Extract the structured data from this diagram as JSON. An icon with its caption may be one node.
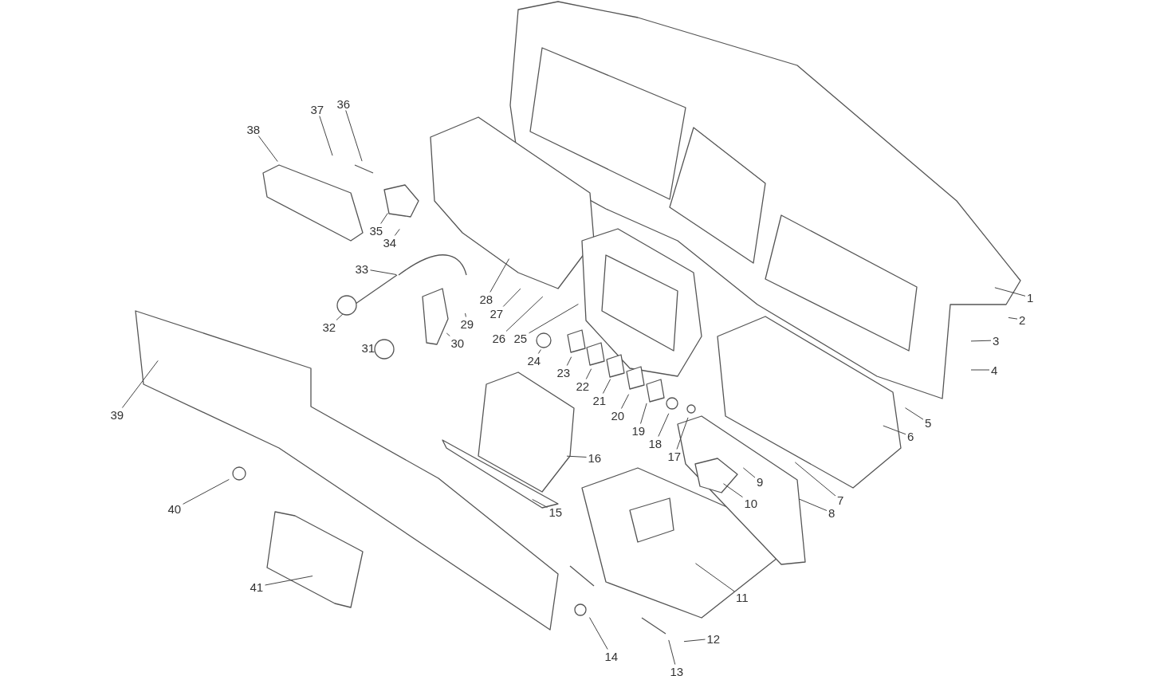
{
  "diagram": {
    "nodes": [
      {
        "text": [
          "1"
        ]
      },
      {
        "text": [
          "2"
        ]
      },
      {
        "text": [
          "3"
        ]
      },
      {
        "text": [
          "4"
        ]
      },
      {
        "text": [
          "5"
        ]
      },
      {
        "text": [
          "6"
        ]
      },
      {
        "text": [
          "7"
        ]
      },
      {
        "text": [
          "8"
        ]
      },
      {
        "text": [
          "9"
        ]
      },
      {
        "text": [
          "10"
        ]
      },
      {
        "text": [
          "11"
        ]
      },
      {
        "text": [
          "12"
        ]
      },
      {
        "text": [
          "13"
        ]
      },
      {
        "text": [
          "14"
        ]
      },
      {
        "text": [
          "15"
        ]
      },
      {
        "text": [
          "16"
        ]
      },
      {
        "text": [
          "17"
        ]
      },
      {
        "text": [
          "18"
        ]
      },
      {
        "text": [
          "19"
        ]
      },
      {
        "text": [
          "20"
        ]
      },
      {
        "text": [
          "21"
        ]
      },
      {
        "text": [
          "22"
        ]
      },
      {
        "text": [
          "23"
        ]
      },
      {
        "text": [
          "24"
        ]
      },
      {
        "text": [
          "25"
        ]
      },
      {
        "text": [
          "26"
        ]
      },
      {
        "text": [
          "27"
        ]
      },
      {
        "text": [
          "28"
        ]
      },
      {
        "text": [
          "29"
        ]
      },
      {
        "text": [
          "30"
        ]
      },
      {
        "text": [
          "32"
        ]
      },
      {
        "text": [
          "33"
        ]
      },
      {
        "text": [
          "34"
        ]
      },
      {
        "text": [
          "35"
        ]
      },
      {
        "text": [
          "36"
        ]
      },
      {
        "text": [
          "37"
        ]
      },
      {
        "text": [
          "38"
        ]
      },
      {
        "text": [
          "39"
        ]
      },
      {
        "text": [
          "40"
        ]
      },
      {
        "text": [
          "41"
        ]
      }
    ],
    "edges": [
      {
        "from": 0,
        "to": null,
        "arrow": "none"
      },
      {
        "from": 1,
        "to": null,
        "arrow": "none"
      },
      {
        "from": 2,
        "to": null,
        "arrow": "none"
      },
      {
        "from": 3,
        "to": null,
        "arrow": "none"
      },
      {
        "from": 4,
        "to": null,
        "arrow": "none"
      },
      {
        "from": 5,
        "to": null,
        "arrow": "none"
      },
      {
        "from": 6,
        "to": null,
        "arrow": "none"
      },
      {
        "from": 7,
        "to": null,
        "arrow": "none"
      },
      {
        "from": 8,
        "to": null,
        "arrow": "none"
      },
      {
        "from": 9,
        "to": null,
        "arrow": "none"
      },
      {
        "from": 10,
        "to": null,
        "arrow": "none"
      },
      {
        "from": 11,
        "to": null,
        "arrow": "none"
      },
      {
        "from": 12,
        "to": null,
        "arrow": "none"
      },
      {
        "from": 13,
        "to": null,
        "arrow": "none"
      },
      {
        "from": 14,
        "to": null,
        "arrow": "none"
      },
      {
        "from": 15,
        "to": null,
        "arrow": "none"
      },
      {
        "from": 16,
        "to": null,
        "arrow": "none"
      },
      {
        "from": 17,
        "to": null,
        "arrow": "none"
      },
      {
        "from": 18,
        "to": null,
        "arrow": "none"
      },
      {
        "from": 19,
        "to": null,
        "arrow": "none"
      },
      {
        "from": 20,
        "to": null,
        "arrow": "none"
      },
      {
        "from": 21,
        "to": null,
        "arrow": "none"
      },
      {
        "from": 22,
        "to": null,
        "arrow": "none"
      },
      {
        "from": 23,
        "to": null,
        "arrow": "none"
      },
      {
        "from": 24,
        "to": null,
        "arrow": "none"
      },
      {
        "from": 25,
        "to": null,
        "arrow": "none"
      },
      {
        "from": 26,
        "to": null,
        "arrow": "none"
      },
      {
        "from": 27,
        "to": null,
        "arrow": "none"
      },
      {
        "from": 28,
        "to": null,
        "arrow": "none"
      },
      {
        "from": 29,
        "to": null,
        "arrow": "none"
      },
      {
        "from": 30,
        "to": null,
        "arrow": "none"
      },
      {
        "from": 31,
        "to": null,
        "arrow": "none"
      },
      {
        "from": 32,
        "to": null,
        "arrow": "none"
      },
      {
        "from": 33,
        "to": null,
        "arrow": "none"
      },
      {
        "from": 34,
        "to": null,
        "arrow": "none"
      },
      {
        "from": 35,
        "to": null,
        "arrow": "none"
      },
      {
        "from": 36,
        "to": null,
        "arrow": "none"
      },
      {
        "from": 37,
        "to": null,
        "arrow": "none"
      },
      {
        "from": 38,
        "to": null,
        "arrow": "none"
      },
      {
        "from": 39,
        "to": null,
        "arrow": "none"
      }
    ],
    "labels": [
      "31"
    ]
  }
}
